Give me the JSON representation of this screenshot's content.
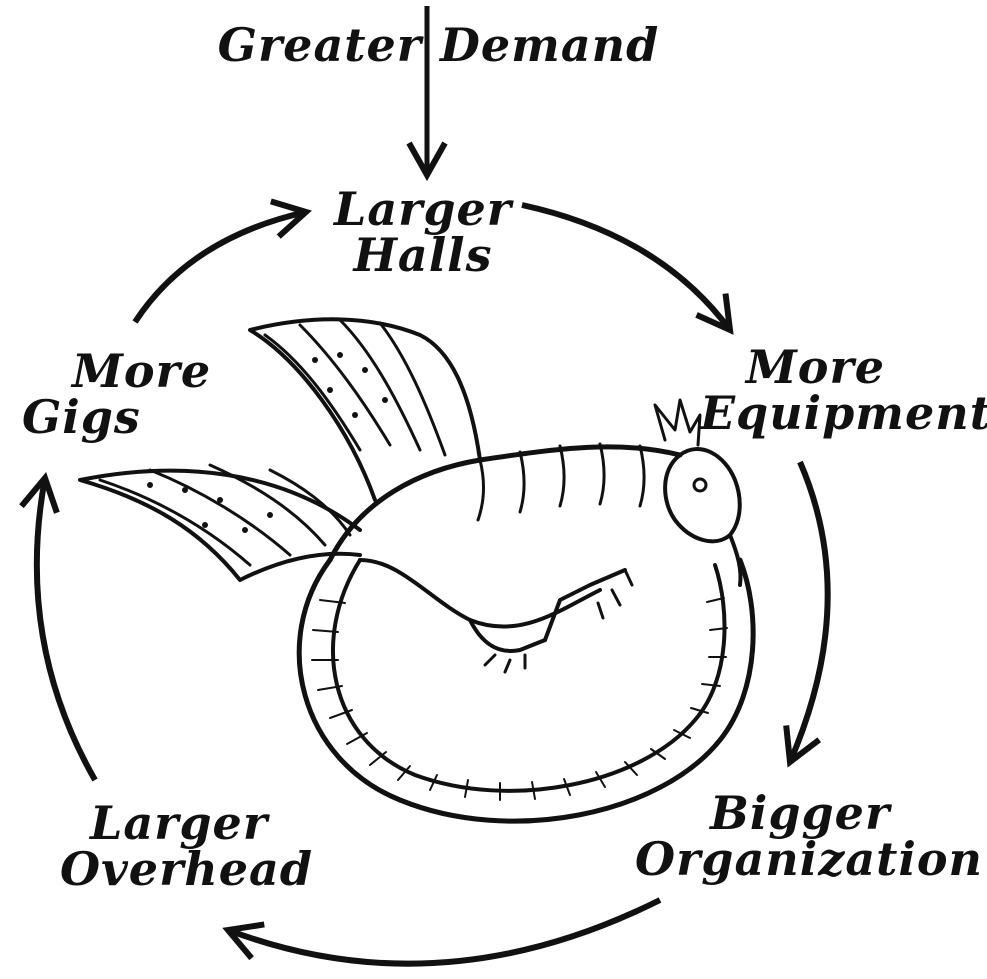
{
  "diagram": {
    "input": {
      "left": "Greater",
      "right": "Demand"
    },
    "nodes": [
      {
        "id": "larger-halls",
        "lines": [
          "Larger",
          "Halls"
        ]
      },
      {
        "id": "more-equipment",
        "lines": [
          "More",
          "Equipment"
        ]
      },
      {
        "id": "bigger-organization",
        "lines": [
          "Bigger",
          "Organization"
        ]
      },
      {
        "id": "larger-overhead",
        "lines": [
          "Larger",
          "Overhead"
        ]
      },
      {
        "id": "more-gigs",
        "lines": [
          "More",
          "Gigs"
        ]
      }
    ],
    "cycle_order": [
      "larger-halls",
      "more-equipment",
      "bigger-organization",
      "larger-overhead",
      "more-gigs"
    ],
    "center_illustration": "ouroboros-dragon-icon",
    "colors": {
      "ink": "#111111",
      "background": "#ffffff"
    }
  }
}
